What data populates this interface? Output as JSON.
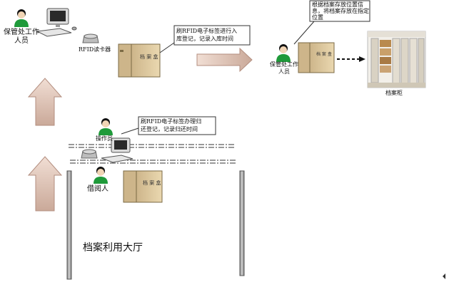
{
  "actors": {
    "keeper_left": "保管处工作\n人员",
    "keeper_right": "保管处工作\n人员",
    "operator": "操作员",
    "borrower": "借阅人"
  },
  "devices": {
    "rfid_reader": "RFID读卡器"
  },
  "notes": {
    "storage_in": "刷RFID电子标签进行入\n库登记，记录入库时间",
    "locate": "根据档案存放位置信\n息，将档案存放在指定\n位置",
    "return": "刷RFID电子标签办理归\n还登记，记录归还时间"
  },
  "archive_box_label": "档案盒",
  "cabinet_label": "档案柜",
  "hall_label": "档案利用大厅",
  "colors": {
    "person_green": "#1f9a3a",
    "box_tan": "#e2cfa3",
    "arrow_pink": "#d7b8aa"
  }
}
